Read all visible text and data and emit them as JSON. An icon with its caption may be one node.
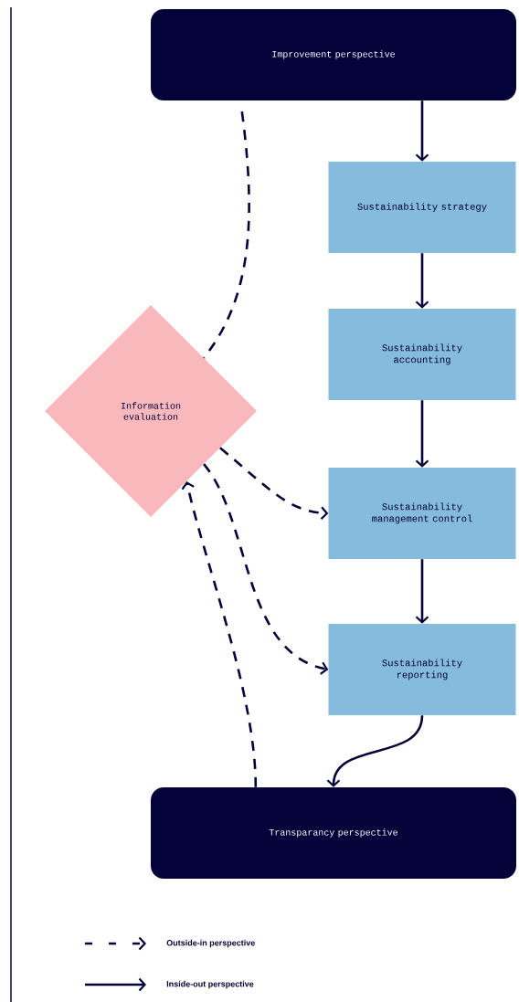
{
  "diagram": {
    "nodes": [
      {
        "text": [
          "Improvement perspective"
        ]
      },
      {
        "text": [
          "Sustainability strategy"
        ]
      },
      {
        "text": [
          "Sustainability accounting"
        ]
      },
      {
        "text": [
          "Sustainability management control"
        ]
      },
      {
        "text": [
          "Sustainability reporting"
        ]
      },
      {
        "text": [
          "Transparancy perspective"
        ]
      },
      {
        "text": [
          "Information evaluation"
        ]
      }
    ],
    "edges": [
      {
        "from": 0,
        "to": 1,
        "arrow": "to"
      },
      {
        "from": 1,
        "to": 2,
        "arrow": "to"
      },
      {
        "from": 2,
        "to": 3,
        "arrow": "to"
      },
      {
        "from": 3,
        "to": 4,
        "arrow": "to"
      },
      {
        "from": 4,
        "to": 5,
        "arrow": "to"
      },
      {
        "from": 0,
        "to": 6,
        "arrow": "none",
        "style": "dashed"
      },
      {
        "from": 6,
        "to": 3,
        "arrow": "to",
        "style": "dashed"
      },
      {
        "from": 6,
        "to": 4,
        "arrow": "to",
        "style": "dashed"
      },
      {
        "from": 5,
        "to": 6,
        "arrow": "to",
        "style": "dashed"
      }
    ],
    "legend": [
      {
        "text": "Outside-in perspective"
      },
      {
        "text": "Inside-out perspective"
      }
    ]
  }
}
